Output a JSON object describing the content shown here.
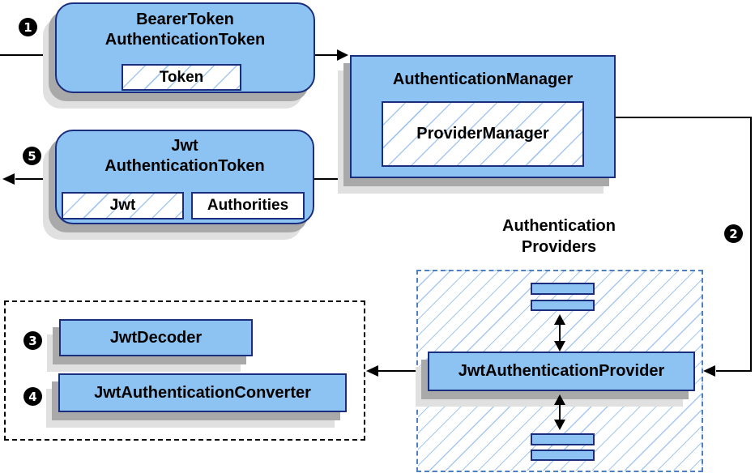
{
  "bearer_box": {
    "title1": "BearerToken",
    "title2": "AuthenticationToken",
    "token_field": "Token"
  },
  "jwt_box": {
    "title1": "Jwt",
    "title2": "AuthenticationToken",
    "jwt_field": "Jwt",
    "authorities_field": "Authorities"
  },
  "manager_box": {
    "title": "AuthenticationManager",
    "inner": "ProviderManager"
  },
  "providers": {
    "label1": "Authentication",
    "label2": "Providers",
    "provider": "JwtAuthenticationProvider"
  },
  "decoders": {
    "decoder": "JwtDecoder",
    "converter": "JwtAuthenticationConverter"
  },
  "steps": {
    "s1": "1",
    "s2": "2",
    "s3": "3",
    "s4": "4",
    "s5": "5"
  },
  "colors": {
    "node_fill": "#8CC3F2",
    "node_border": "#1B2D7D",
    "hatch_line": "#A5C8F0",
    "shadow_dark": "#A9A9A9",
    "shadow_light": "#E0E0E0",
    "dashed_blue": "#4E7FBE",
    "line_black": "#000000"
  }
}
